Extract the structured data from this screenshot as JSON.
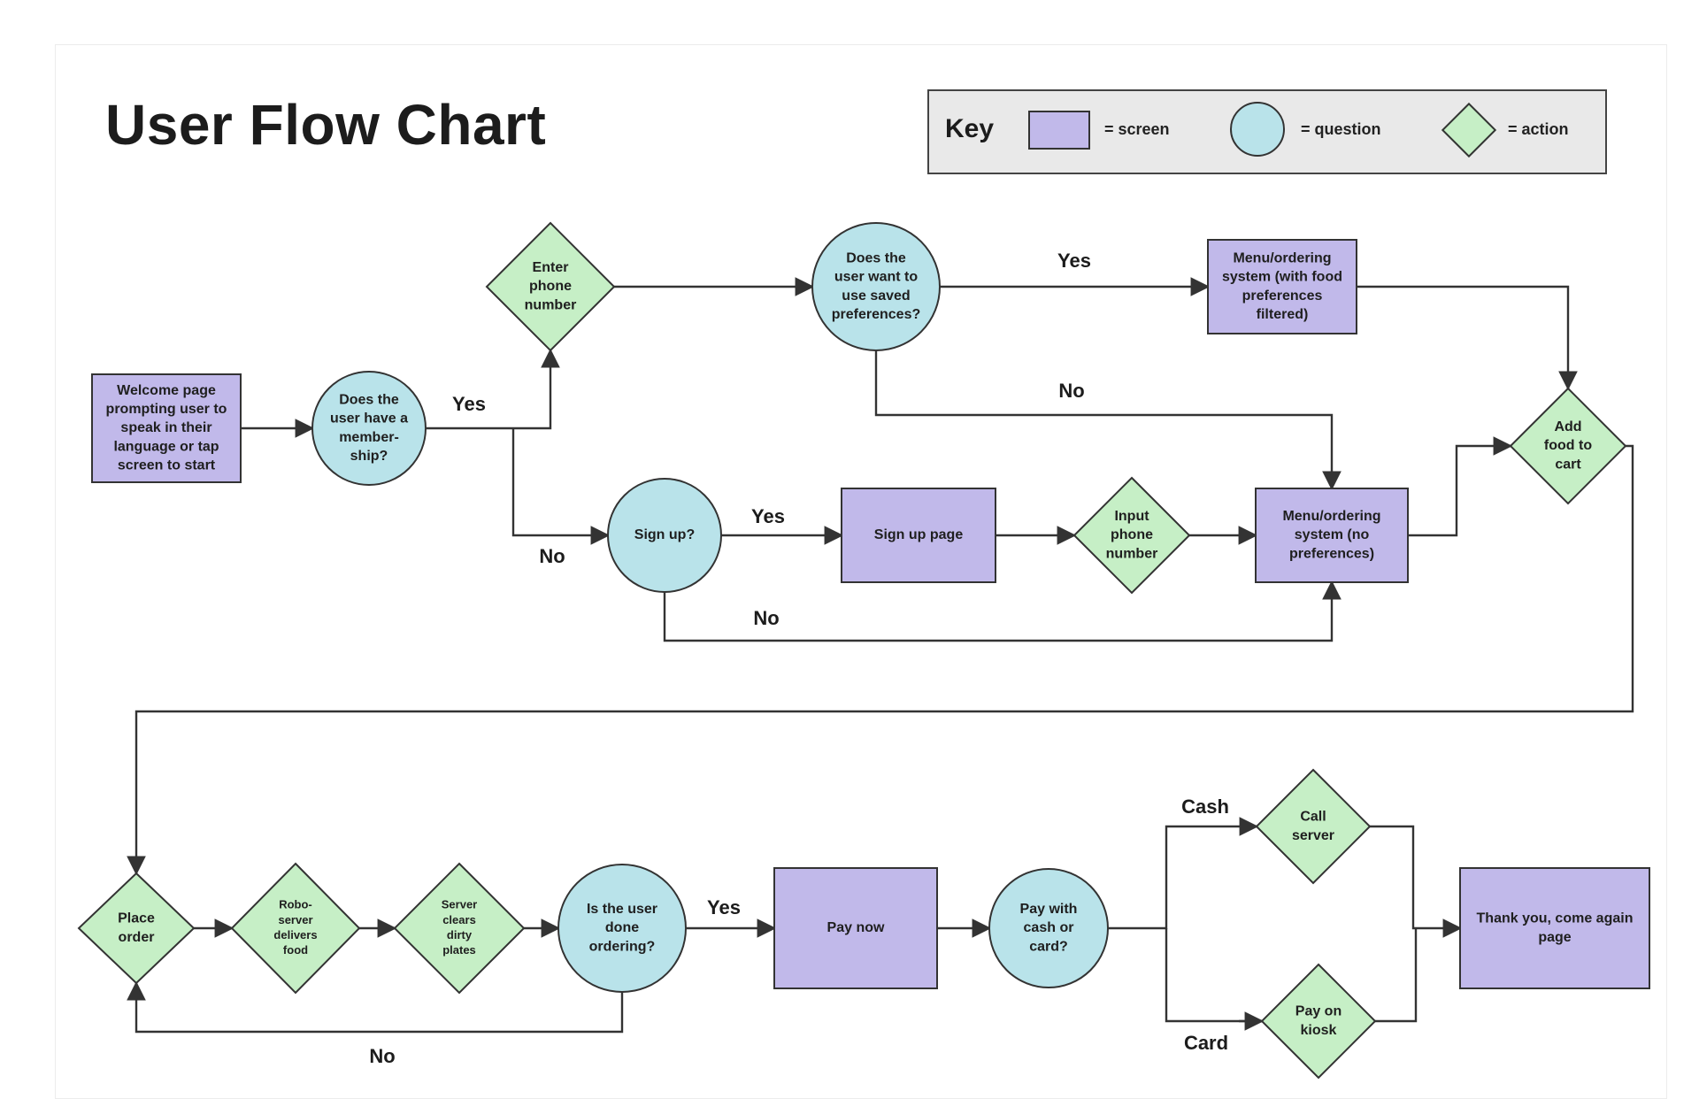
{
  "title": "User Flow Chart",
  "key": {
    "label": "Key",
    "screen_label": "= screen",
    "question_label": "= question",
    "action_label": "= action"
  },
  "colors": {
    "screen": "#c1b9ea",
    "question": "#b9e3ea",
    "action": "#c6efc6",
    "stroke": "#333333"
  },
  "nodes": {
    "welcome": {
      "type": "screen",
      "lines": [
        "Welcome page",
        "prompting user to",
        "speak in their",
        "language or tap",
        "screen to start"
      ]
    },
    "membership": {
      "type": "question",
      "lines": [
        "Does the",
        "user have a",
        "member-",
        "ship?"
      ]
    },
    "enter_phone": {
      "type": "action",
      "lines": [
        "Enter",
        "phone",
        "number"
      ]
    },
    "saved_prefs": {
      "type": "question",
      "lines": [
        "Does the",
        "user want to",
        "use saved",
        "preferences?"
      ]
    },
    "menu_filtered": {
      "type": "screen",
      "lines": [
        "Menu/ordering",
        "system (with food",
        "preferences",
        "filtered)"
      ]
    },
    "add_food": {
      "type": "action",
      "lines": [
        "Add",
        "food to",
        "cart"
      ]
    },
    "signup_q": {
      "type": "question",
      "lines": [
        "Sign up?"
      ]
    },
    "signup_page": {
      "type": "screen",
      "lines": [
        "Sign up page"
      ]
    },
    "input_phone": {
      "type": "action",
      "lines": [
        "Input",
        "phone",
        "number"
      ]
    },
    "menu_no_prefs": {
      "type": "screen",
      "lines": [
        "Menu/ordering",
        "system (no",
        "preferences)"
      ]
    },
    "place_order": {
      "type": "action",
      "lines": [
        "Place",
        "order"
      ]
    },
    "robo_server": {
      "type": "action",
      "lines": [
        "Robo-",
        "server",
        "delivers",
        "food"
      ]
    },
    "server_clears": {
      "type": "action",
      "lines": [
        "Server",
        "clears",
        "dirty",
        "plates"
      ]
    },
    "done_ordering": {
      "type": "question",
      "lines": [
        "Is the user",
        "done",
        "ordering?"
      ]
    },
    "pay_now": {
      "type": "screen",
      "lines": [
        "Pay now"
      ]
    },
    "cash_or_card": {
      "type": "question",
      "lines": [
        "Pay with",
        "cash or",
        "card?"
      ]
    },
    "call_server": {
      "type": "action",
      "lines": [
        "Call",
        "server"
      ]
    },
    "pay_kiosk": {
      "type": "action",
      "lines": [
        "Pay on",
        "kiosk"
      ]
    },
    "thank_you": {
      "type": "screen",
      "lines": [
        "Thank you, come again",
        "page"
      ]
    }
  },
  "edge_labels": {
    "membership_yes": "Yes",
    "membership_no": "No",
    "prefs_yes": "Yes",
    "prefs_no": "No",
    "signup_yes": "Yes",
    "signup_no": "No",
    "done_yes": "Yes",
    "done_no": "No",
    "cash": "Cash",
    "card": "Card"
  }
}
